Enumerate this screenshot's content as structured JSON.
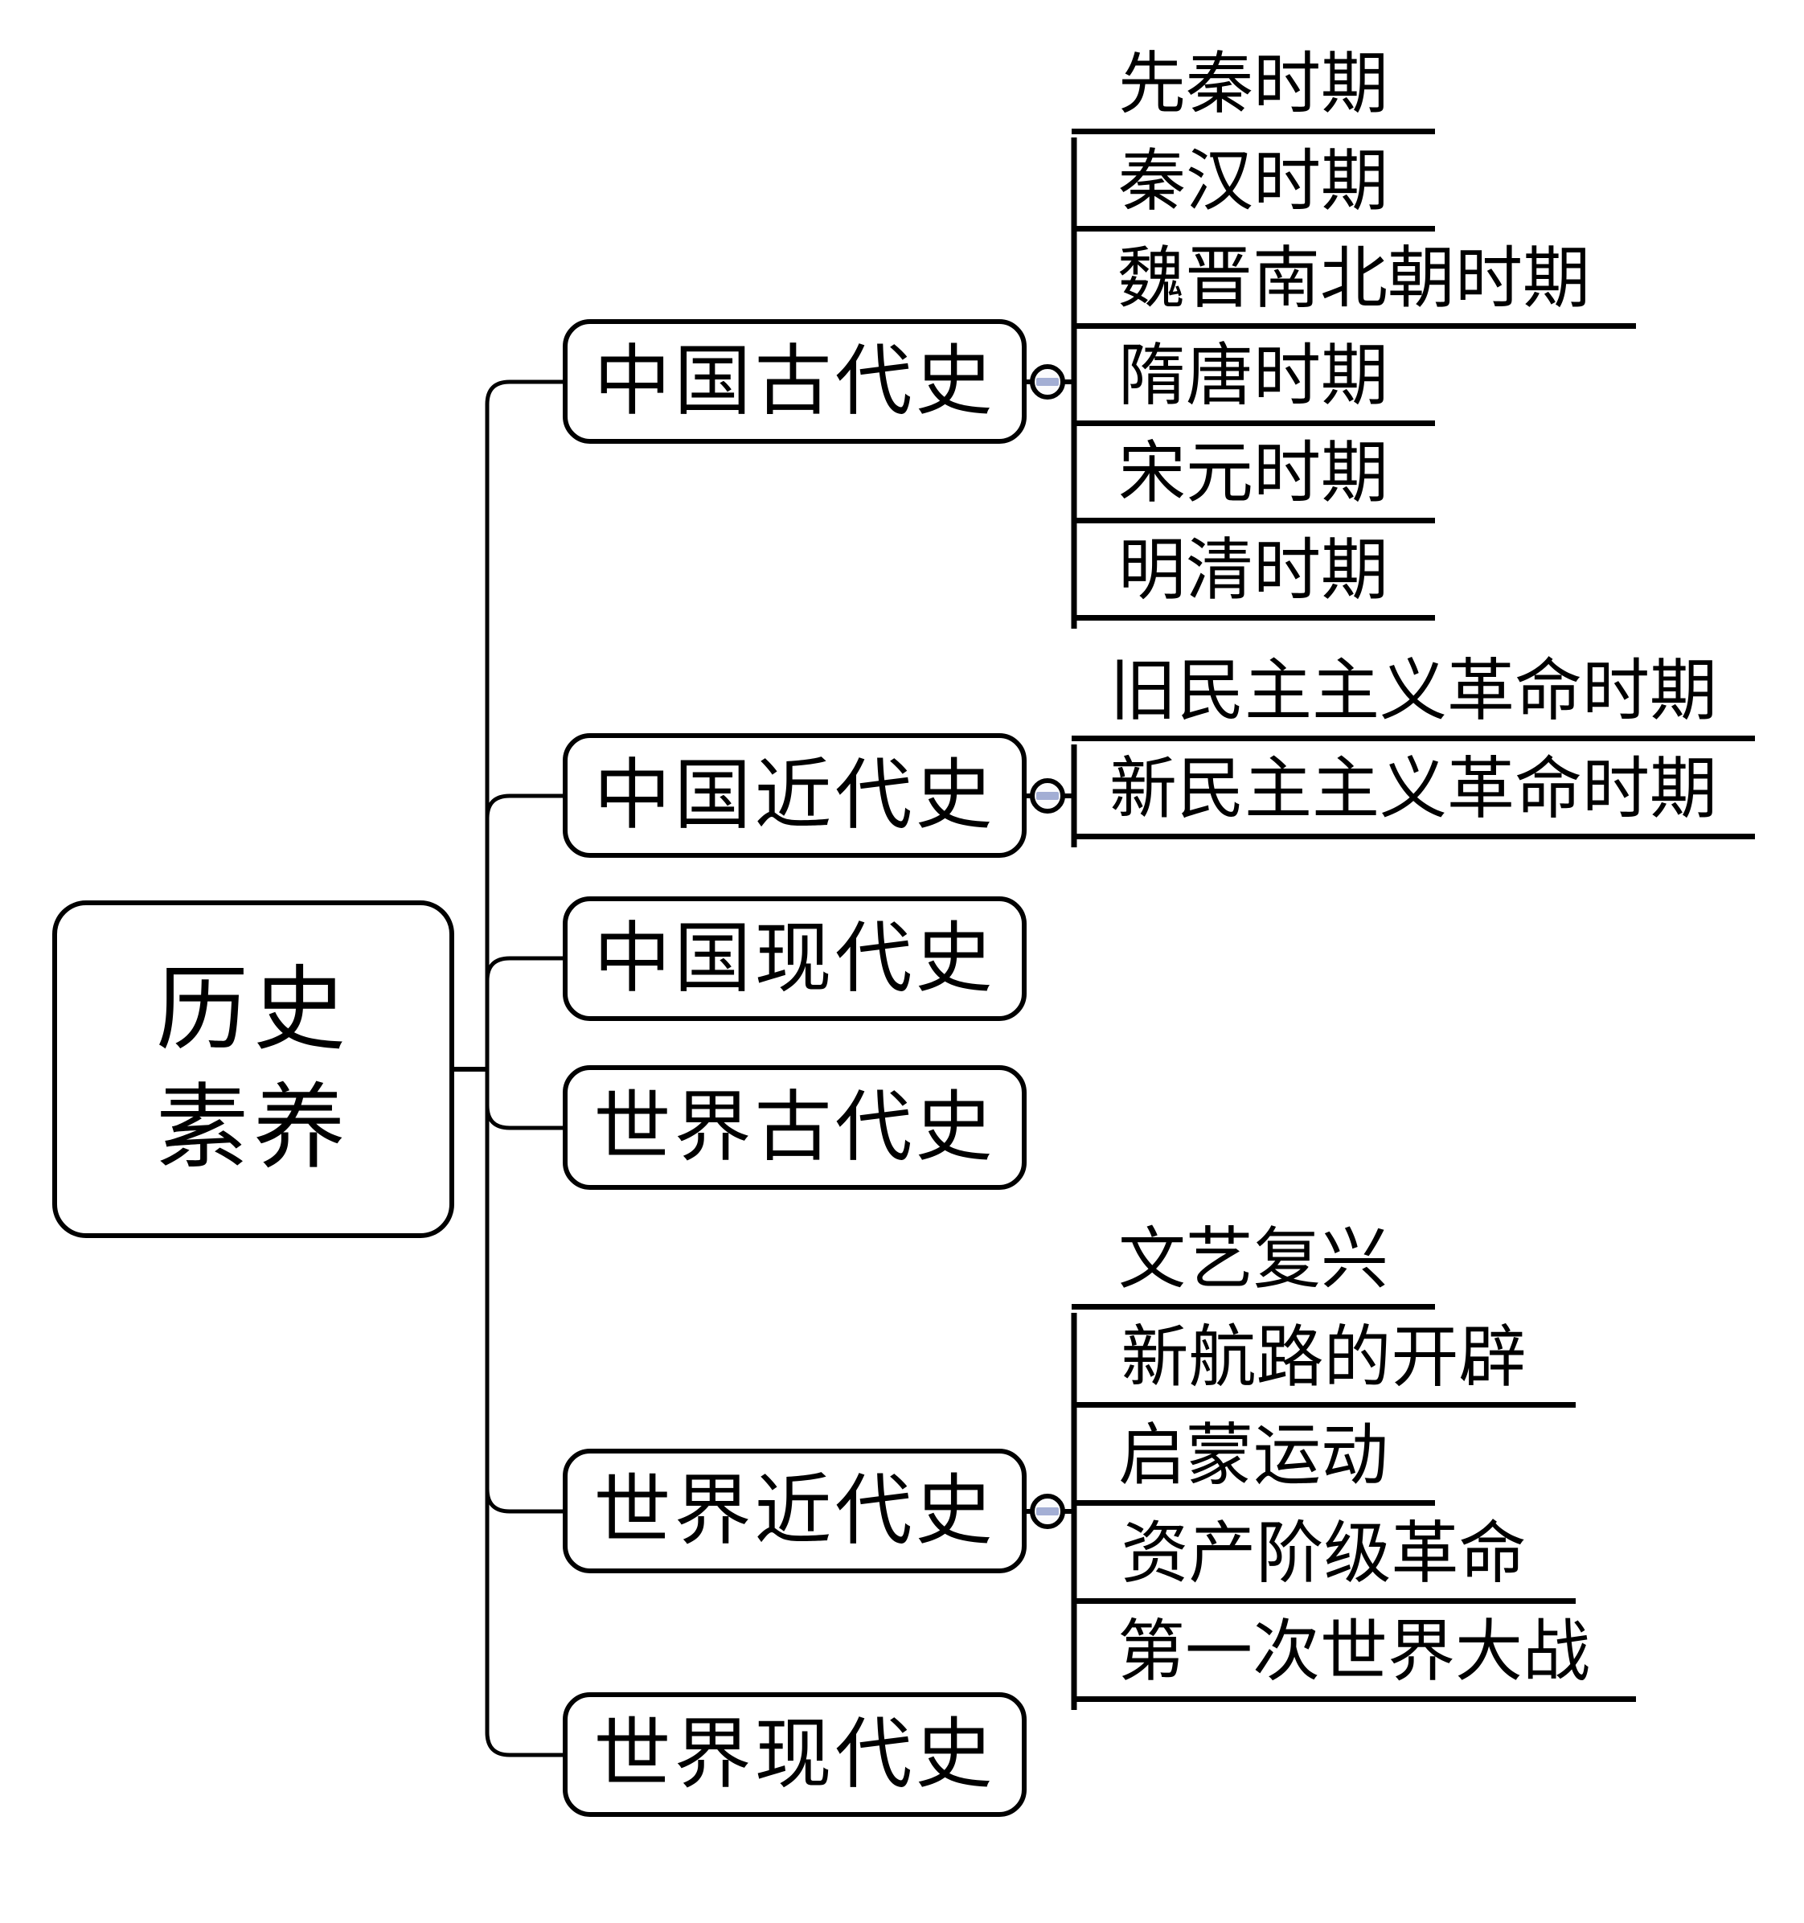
{
  "root": {
    "label": "历史素养",
    "title_lines": [
      "历史",
      "素养"
    ]
  },
  "branches": [
    {
      "label": "中国古代史",
      "children": [
        "先秦时期",
        "秦汉时期",
        "魏晋南北朝时期",
        "隋唐时期",
        "宋元时期",
        "明清时期"
      ],
      "collapsed": false
    },
    {
      "label": "中国近代史",
      "children": [
        "旧民主主义革命时期",
        "新民主主义革命时期"
      ],
      "collapsed": false
    },
    {
      "label": "中国现代史",
      "children": [],
      "collapsed": false
    },
    {
      "label": "世界古代史",
      "children": [],
      "collapsed": false
    },
    {
      "label": "世界近代史",
      "children": [
        "文艺复兴",
        "新航路的开辟",
        "启蒙运动",
        "资产阶级革命",
        "第一次世界大战"
      ],
      "collapsed": false
    },
    {
      "label": "世界现代史",
      "children": [],
      "collapsed": false
    }
  ],
  "collapse_button": {
    "symbol": "−"
  },
  "colors": {
    "line": "#000000",
    "background": "#ffffff",
    "node_fill": "#ffffff",
    "minus": "#a3aed4",
    "button_fill": "#fbfbfd"
  }
}
